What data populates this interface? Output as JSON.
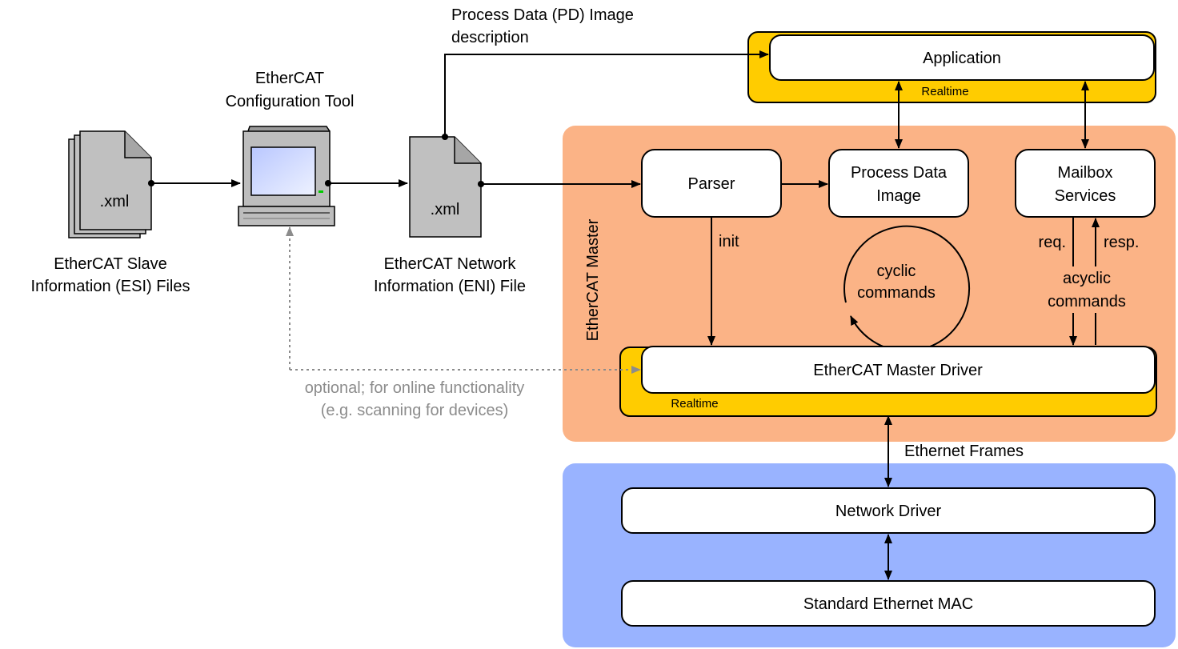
{
  "application": {
    "label": "Application",
    "realtime": "Realtime"
  },
  "pd_image_description": [
    "Process Data (PD) Image",
    "description"
  ],
  "config_tool": [
    "EtherCAT",
    "Configuration Tool"
  ],
  "esi": {
    "file_ext": ".xml",
    "caption": [
      "EtherCAT Slave",
      "Information (ESI) Files"
    ]
  },
  "eni": {
    "file_ext": ".xml",
    "caption": [
      "EtherCAT Network",
      "Information (ENI) File"
    ]
  },
  "master": {
    "title": "EtherCAT Master",
    "parser": "Parser",
    "process_data_image": [
      "Process Data",
      "Image"
    ],
    "mailbox_services": [
      "Mailbox",
      "Services"
    ],
    "init": "init",
    "cyclic_commands": [
      "cyclic",
      "commands"
    ],
    "req": "req.",
    "resp": "resp.",
    "acyclic_commands": [
      "acyclic",
      "commands"
    ],
    "driver": "EtherCAT Master Driver",
    "driver_realtime": "Realtime"
  },
  "optional_note": [
    "optional; for online functionality",
    "(e.g. scanning for devices)"
  ],
  "ethernet_frames": "Ethernet Frames",
  "network_driver": "Network Driver",
  "ethernet_mac": "Standard Ethernet MAC",
  "colors": {
    "realtime_yellow": "#FFCC00",
    "master_orange": "#FBB386",
    "network_blue": "#99B3FF",
    "doc_gray": "#C0C0C0",
    "optional_gray": "#8C8C8C"
  },
  "icons": {
    "xml_file": "document-icon",
    "computer": "computer-icon",
    "cycle": "circular-arrow-icon"
  }
}
